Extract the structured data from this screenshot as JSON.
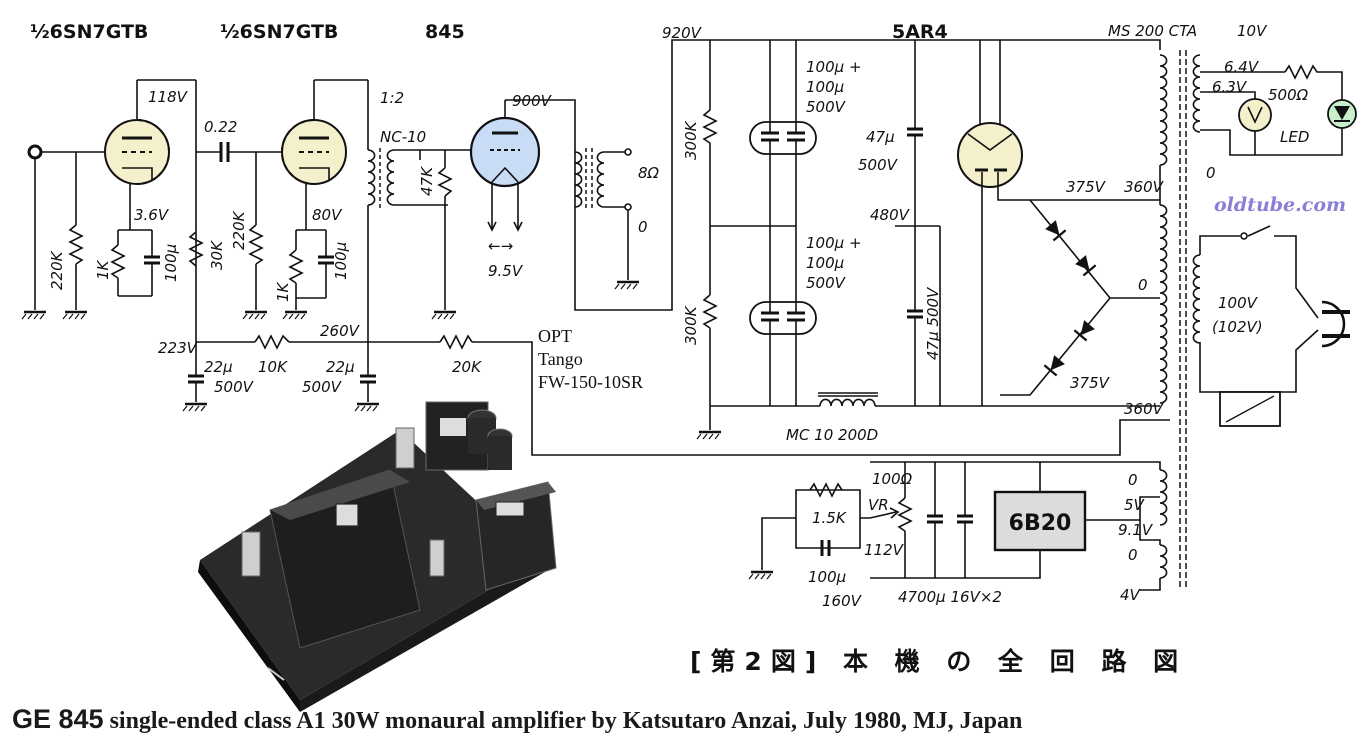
{
  "tubes": {
    "v1": "½6SN7GTB",
    "v2": "½6SN7GTB",
    "v3": "845",
    "rect": "5AR4",
    "reg": "6B20"
  },
  "labels": {
    "v118": "118V",
    "c022": "0.22",
    "ratio": "1:2",
    "nc10": "NC-10",
    "v900": "900V",
    "v920": "920V",
    "ms200": "MS 200 CTA",
    "t10v": "10V",
    "t64v": "6.4V",
    "t63v": "6.3V",
    "t500": "500Ω",
    "led": "LED",
    "t0a": "0",
    "r220k": "220K",
    "r1k": "1K",
    "v36": "3.6V",
    "c100u": "100μ",
    "r30k": "30K",
    "r220k2": "220K",
    "v80": "80V",
    "r1k2": "1K",
    "c100": "100μ",
    "r47k": "47K",
    "v95": "9.5V",
    "o8": "8Ω",
    "o0": "0",
    "c100a1": "100μ +",
    "c100a2": "100μ",
    "c100a3": "500V",
    "r300a": "300K",
    "c47a1": "47μ",
    "c47a2": "500V",
    "v480": "480V",
    "v375a": "375V",
    "v360a": "360V",
    "c100b1": "100μ +",
    "c100b2": "100μ",
    "c100b3": "500V",
    "r300b": "300K",
    "c47b": "47μ 500V",
    "p0": "0",
    "p100v": "100V",
    "p102v": "(102V)",
    "v375b": "375V",
    "v360b": "360V",
    "v223": "223V",
    "c22a1": "22μ",
    "c22a2": "500V",
    "r10k": "10K",
    "v260": "260V",
    "c22b1": "22μ",
    "c22b2": "500V",
    "r20k": "20K",
    "opt1": "OPT",
    "opt2": "Tango",
    "opt3": "FW-150-10SR",
    "mc10": "MC 10  200D",
    "r100o": "100Ω",
    "vr": "VR",
    "r15k": "1.5K",
    "v112": "112V",
    "c100c1": "100μ",
    "c100c2": "160V",
    "c4700": "4700μ 16V×2",
    "h0a": "0",
    "h5v": "5V",
    "h91": "9.1V",
    "h0b": "0",
    "h4v": "4V"
  },
  "figure_caption": "[第2図] 本 機 の 全 回 路 図",
  "watermark": "oldtube.com",
  "caption": {
    "main": "GE 845",
    "rest": " single-ended class A1 30W monaural amplifier by Katsutaro Anzai, July 1980, MJ, Japan"
  },
  "colors": {
    "tube_fill": "#f4f0cc",
    "tube_845_fill": "#c9dcf5",
    "regulator_fill": "#dcdcdc",
    "watermark": "#8a7fd8"
  }
}
